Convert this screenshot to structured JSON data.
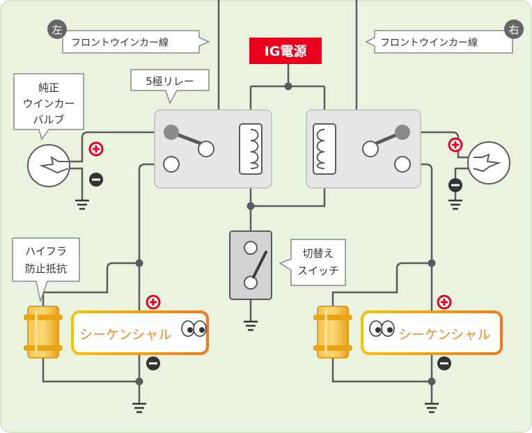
{
  "labels": {
    "left_mark": "左",
    "right_mark": "右",
    "front_wire_left": "フロントウインカー線",
    "front_wire_right": "フロントウインカー線",
    "ig_power": "IG電源",
    "relay": "5極リレー",
    "bulb_lines": [
      "純正",
      "ウインカー",
      "バルブ"
    ],
    "switch_lines": [
      "切替え",
      "スイッチ"
    ],
    "resistor_lines": [
      "ハイフラ",
      "防止抵抗"
    ],
    "sequential_left": "シーケンシャル",
    "sequential_right": "シーケンシャル"
  },
  "colors": {
    "background": "#eaf3df",
    "wire": "#5a5a5a",
    "ig_box": "#e8001c",
    "plus_red": "#e8001c",
    "relay_box": "#e6e6e6",
    "resistor": "#f5b324",
    "seq_border": "#f08a24",
    "seq_text": "#f08a24"
  },
  "icons": [
    "plus-terminal-icon",
    "minus-terminal-icon",
    "ground-icon",
    "coil-icon",
    "eyes-icon",
    "bulb-icon"
  ]
}
